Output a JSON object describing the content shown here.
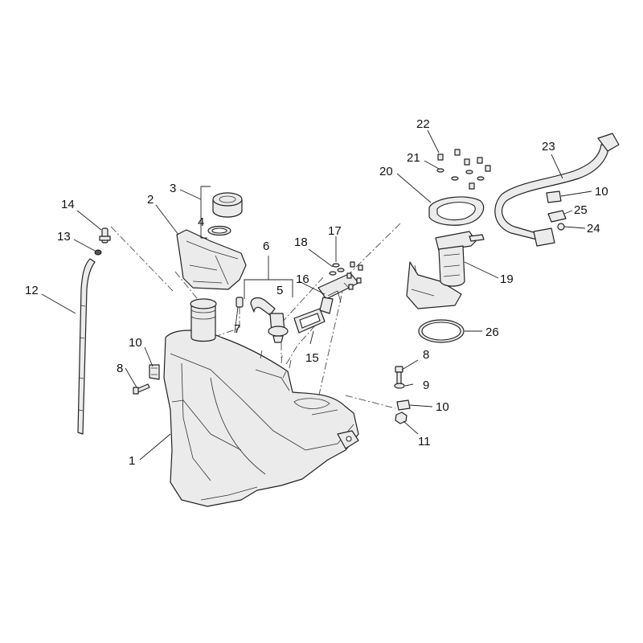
{
  "callouts": {
    "c1": "1",
    "c2": "2",
    "c3": "3",
    "c4": "4",
    "c5": "5",
    "c6": "6",
    "c7": "7",
    "c8a": "8",
    "c8b": "8",
    "c9": "9",
    "c10a": "10",
    "c10b": "10",
    "c10c": "10",
    "c11": "11",
    "c12": "12",
    "c13": "13",
    "c14": "14",
    "c15": "15",
    "c16": "16",
    "c17": "17",
    "c18": "18",
    "c19": "19",
    "c20": "20",
    "c21": "21",
    "c22": "22",
    "c23": "23",
    "c24": "24",
    "c25": "25",
    "c26": "26"
  },
  "colors": {
    "line": "#222222",
    "fill": "#ebebeb",
    "background": "#ffffff"
  }
}
